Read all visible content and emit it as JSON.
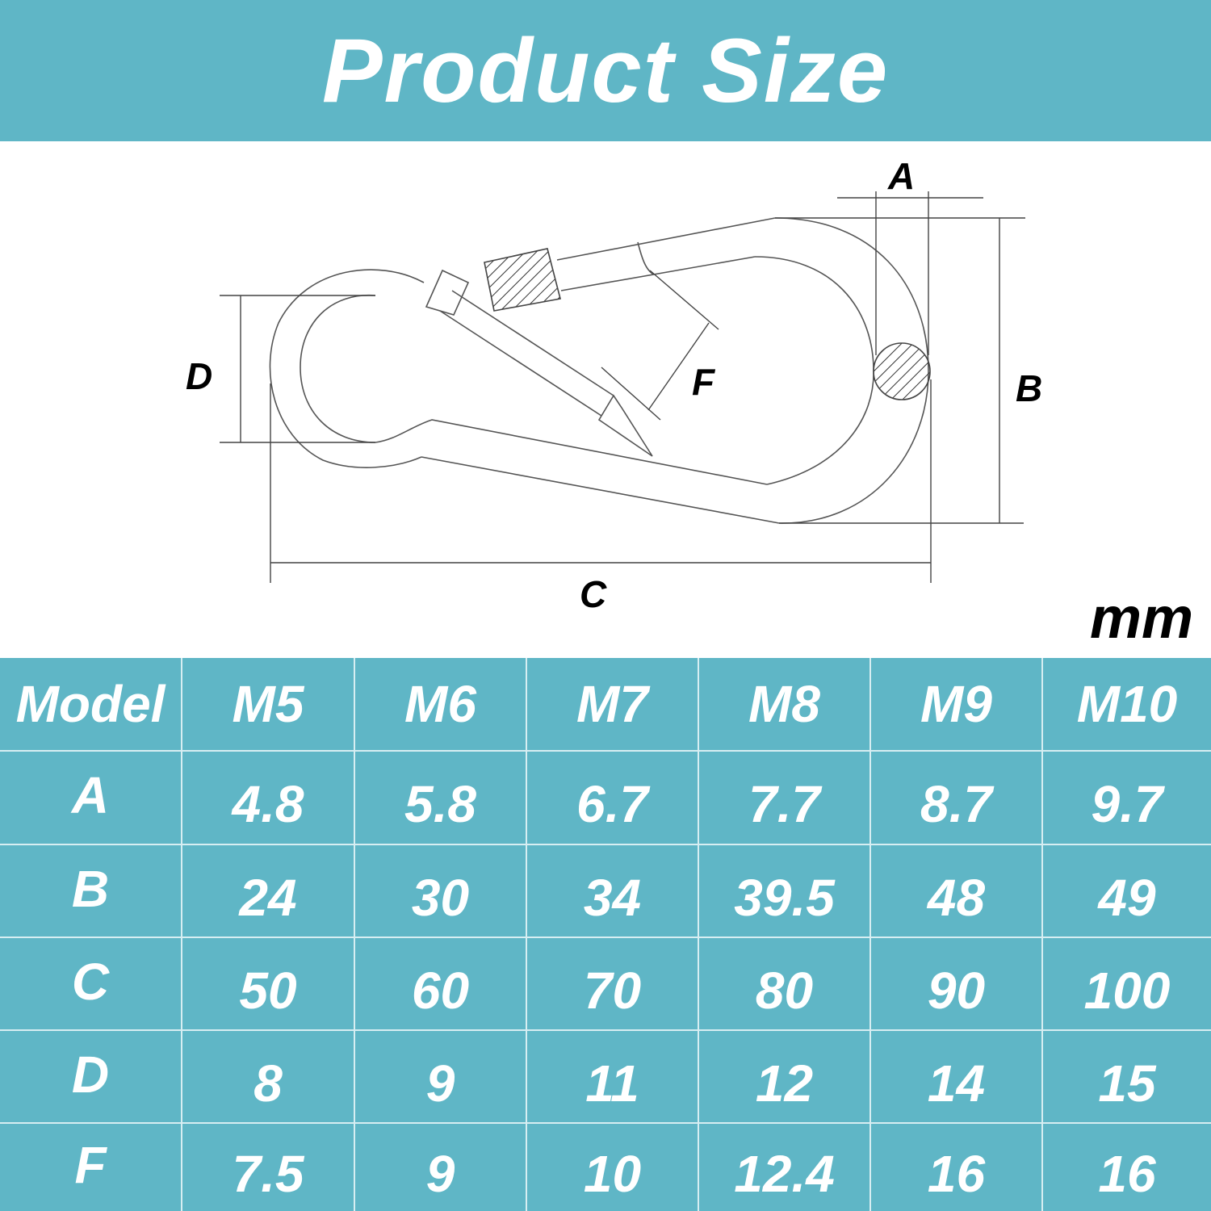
{
  "header": {
    "title": "Product Size"
  },
  "diagram": {
    "labels": {
      "A": "A",
      "B": "B",
      "C": "C",
      "D": "D",
      "F": "F"
    },
    "unit": "mm"
  },
  "table": {
    "header_label": "Model",
    "models": [
      "M5",
      "M6",
      "M7",
      "M8",
      "M9",
      "M10"
    ],
    "rows": [
      {
        "label": "A",
        "values": [
          "4.8",
          "5.8",
          "6.7",
          "7.7",
          "8.7",
          "9.7"
        ]
      },
      {
        "label": "B",
        "values": [
          "24",
          "30",
          "34",
          "39.5",
          "48",
          "49"
        ]
      },
      {
        "label": "C",
        "values": [
          "50",
          "60",
          "70",
          "80",
          "90",
          "100"
        ]
      },
      {
        "label": "D",
        "values": [
          "8",
          "9",
          "11",
          "12",
          "14",
          "15"
        ]
      },
      {
        "label": "F",
        "values": [
          "7.5",
          "9",
          "10",
          "12.4",
          "16",
          "16"
        ]
      }
    ]
  }
}
